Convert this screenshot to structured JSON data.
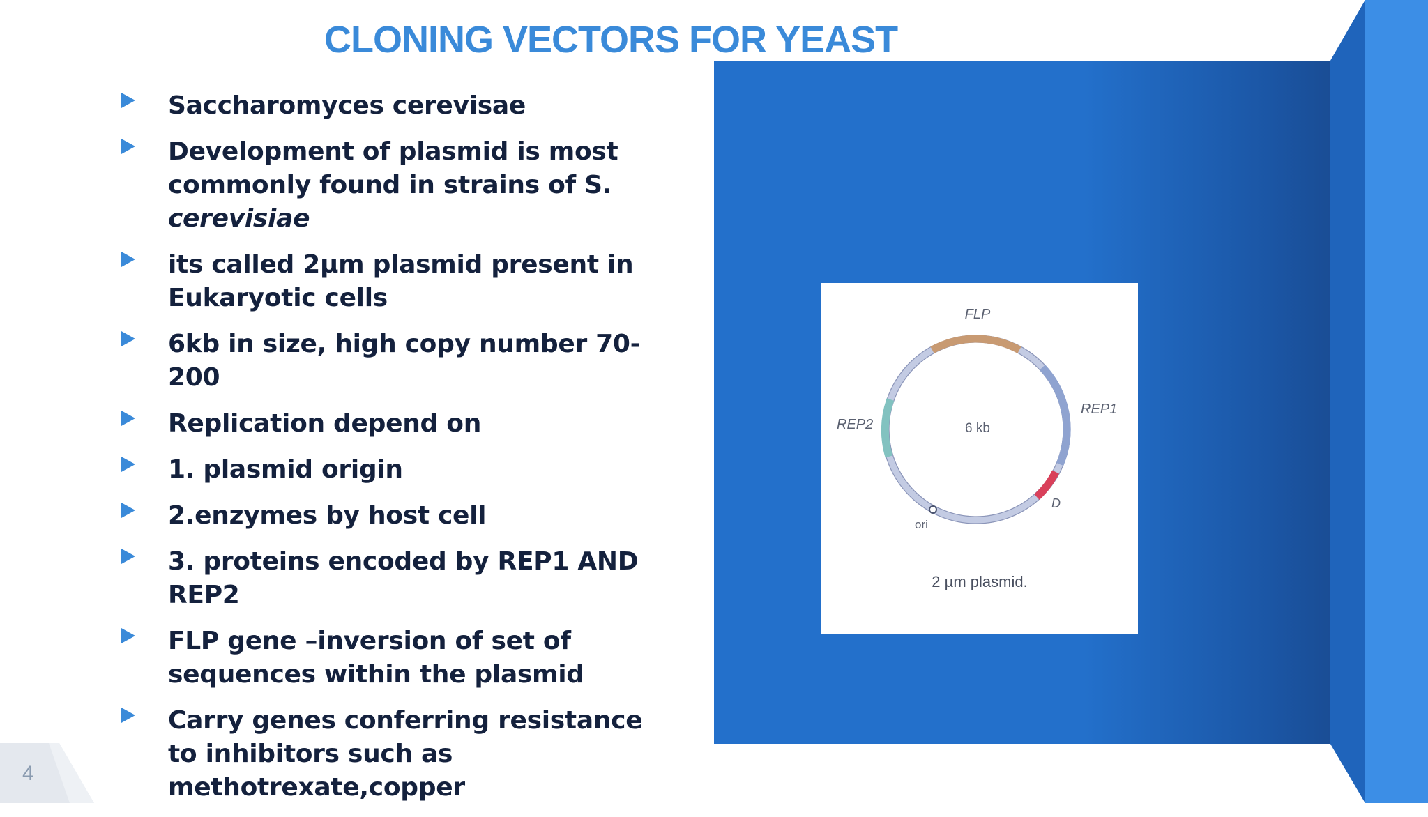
{
  "slide": {
    "title": "CLONING VECTORS FOR YEAST",
    "page_number": "4"
  },
  "bullets": [
    {
      "text": "Saccharomyces cerevisae"
    },
    {
      "text": "Development of plasmid is most commonly found in strains of S. ",
      "italic": "cerevisiae"
    },
    {
      "text": "its called 2µm plasmid present in Eukaryotic cells"
    },
    {
      "text": "6kb in size, high copy number 70-200"
    },
    {
      "text": "Replication depend on"
    },
    {
      "text": "1. plasmid origin"
    },
    {
      "text": "2.enzymes by host cell"
    },
    {
      "text": "3. proteins encoded by REP1 AND REP2"
    },
    {
      "text": "FLP gene –inversion of set of sequences within the plasmid"
    },
    {
      "text": "Carry genes conferring resistance to inhibitors such as methotrexate,copper"
    }
  ],
  "figure": {
    "center_label": "6 kb",
    "caption": "2 µm plasmid.",
    "labels": {
      "flp": "FLP",
      "rep1": "REP1",
      "rep2": "REP2",
      "d": "D",
      "ori": "ori"
    }
  },
  "colors": {
    "title": "#3a8ad9",
    "bullet_arrow": "#3a8ad9",
    "text": "#14213d",
    "panel_blue": "#2370cb"
  }
}
